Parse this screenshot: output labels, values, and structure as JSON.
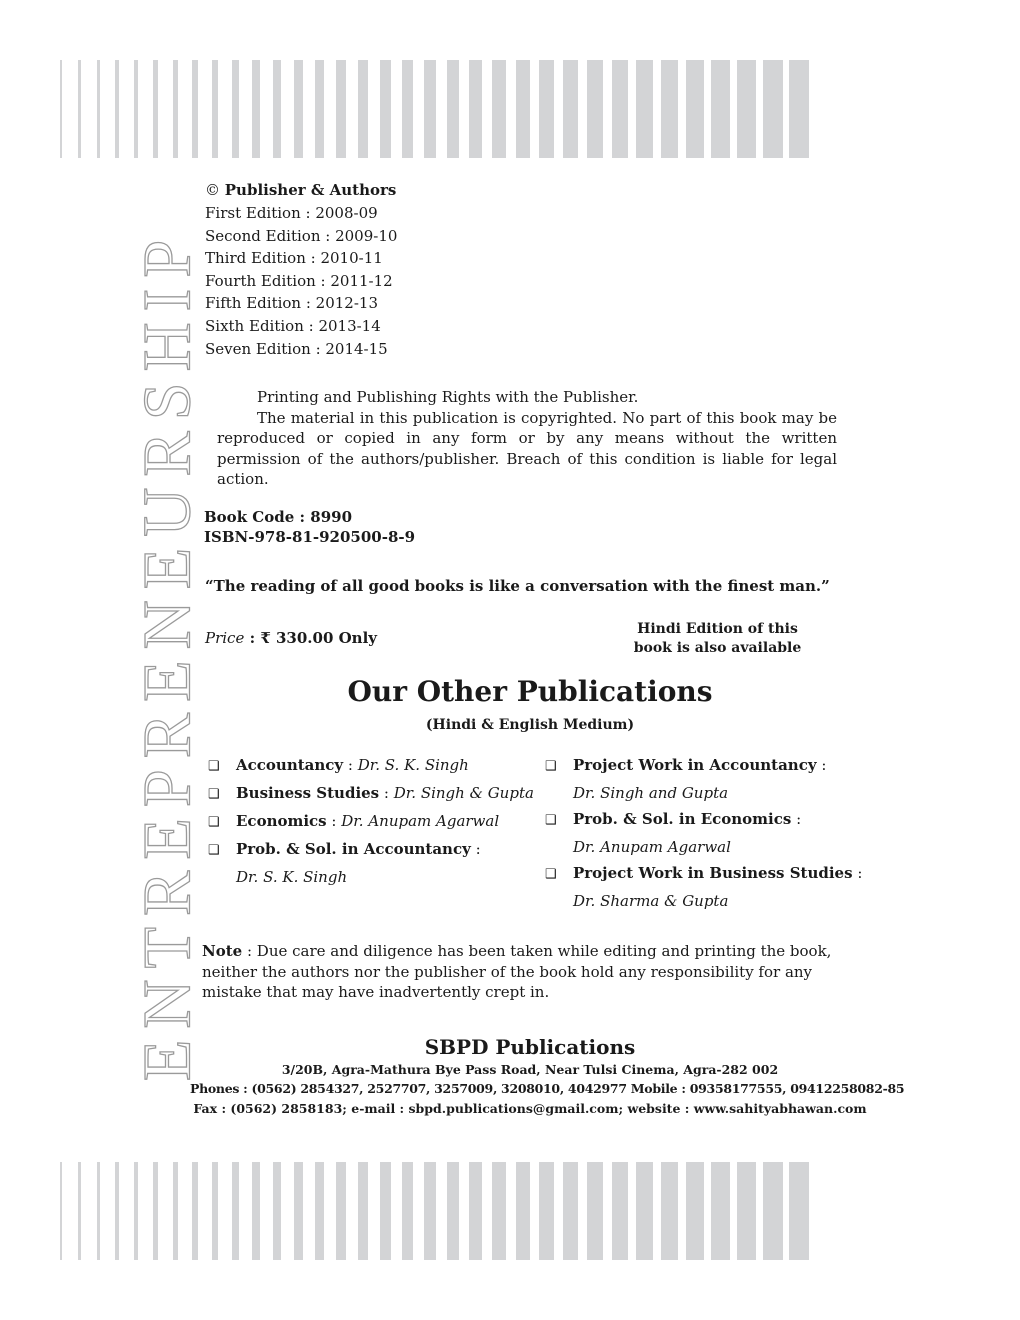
{
  "side_title": "ENTREPRENEURSHIP",
  "copyright": {
    "symbol": "©",
    "holder": "Publisher & Authors"
  },
  "editions": [
    "First Edition : 2008-09",
    "Second Edition : 2009-10",
    "Third Edition : 2010-11",
    "Fourth Edition : 2011-12",
    "Fifth Edition : 2012-13",
    "Sixth Edition : 2013-14",
    "Seven Edition : 2014-15"
  ],
  "rights": {
    "line1": "Printing and Publishing Rights with the Publisher.",
    "line2": "The material in this publication is copyrighted. No part of this book may be reproduced or copied in any form or by any means without the written permission of the authors/publisher. Breach of this condition is liable for legal action."
  },
  "book_code": "Book Code : 8990",
  "isbn": "ISBN-978-81-920500-8-9",
  "quote": "“The reading of all good books is like a conversation with the finest man.”",
  "price": {
    "label": "Price",
    "sep": " : ",
    "value": "₹ 330.00 Only"
  },
  "hindi_note": {
    "line1": "Hindi Edition of this",
    "line2": "book is also available"
  },
  "publications": {
    "title": "Our Other Publications",
    "subtitle": "(Hindi & English Medium)",
    "left": [
      {
        "title": "Accountancy",
        "author": "Dr. S. K. Singh",
        "wrap": false
      },
      {
        "title": "Business Studies",
        "author": "Dr. Singh & Gupta",
        "wrap": false
      },
      {
        "title": "Economics",
        "author": "Dr. Anupam Agarwal",
        "wrap": false
      },
      {
        "title": "Prob. & Sol. in Accountancy",
        "author": "Dr. S. K. Singh",
        "wrap": true
      }
    ],
    "right": [
      {
        "title": "Project Work in Accountancy",
        "author": "Dr. Singh and Gupta",
        "wrap": true
      },
      {
        "title": "Prob. & Sol. in Economics",
        "author": "Dr. Anupam Agarwal",
        "wrap": true
      },
      {
        "title": "Project Work in Business Studies",
        "author": "Dr. Sharma & Gupta",
        "wrap": true
      }
    ],
    "bullet": "❑"
  },
  "note": {
    "label": "Note",
    "text": "Due care and diligence has been taken while editing and printing the book, neither the authors nor the publisher of the book hold any responsibility for any mistake that may have inadvertently crept in."
  },
  "publisher": {
    "name": "SBPD Publications",
    "address": "3/20B, Agra-Mathura Bye Pass Road, Near Tulsi Cinema, Agra-282 002",
    "phones": "Phones : (0562) 2854327, 2527707, 3257009, 3208010, 4042977 Mobile : 09358177555, 09412258082-85",
    "contact": "Fax : (0562) 2858183; e-mail : sbpd.publications@gmail.com; website : www.sahityabhawan.com"
  }
}
